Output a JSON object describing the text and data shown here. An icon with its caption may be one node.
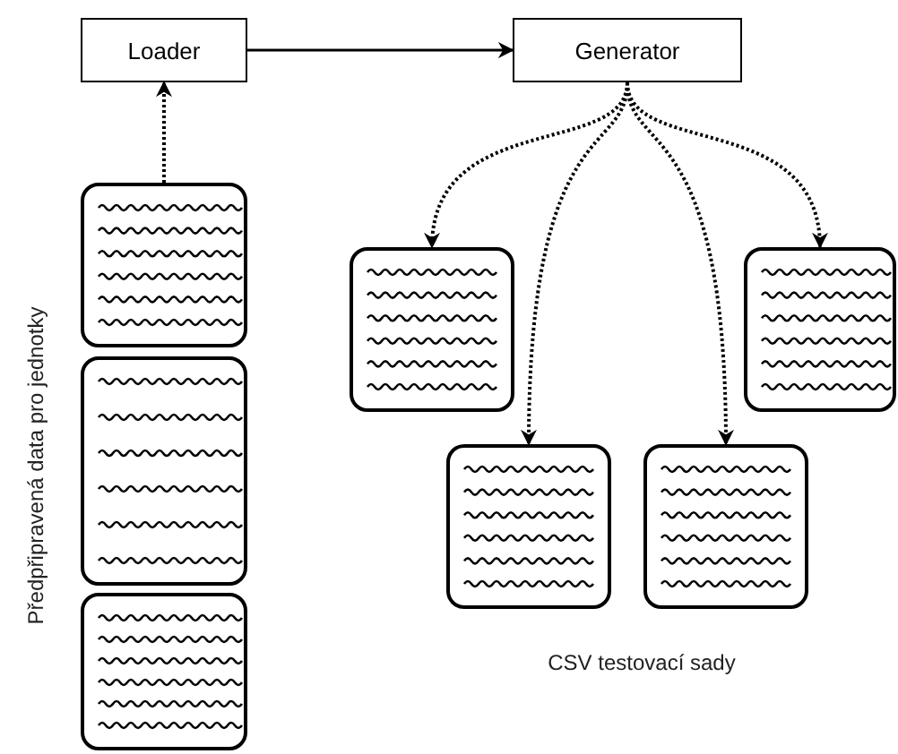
{
  "diagram": {
    "nodes": [
      {
        "text": [
          "Loader"
        ]
      },
      {
        "text": [
          "Generator"
        ]
      },
      {
        "text": [],
        "shape": "document"
      },
      {
        "text": [],
        "shape": "document"
      },
      {
        "text": [],
        "shape": "document"
      },
      {
        "text": [],
        "shape": "document"
      },
      {
        "text": [],
        "shape": "document"
      },
      {
        "text": [],
        "shape": "document"
      },
      {
        "text": [],
        "shape": "document"
      }
    ],
    "edges": [
      {
        "from": 2,
        "to": 0,
        "arrow": "to",
        "style": "dashed"
      },
      {
        "from": 0,
        "to": 1,
        "arrow": "to"
      },
      {
        "from": 1,
        "to": 5,
        "arrow": "to",
        "style": "dashed"
      },
      {
        "from": 1,
        "to": 6,
        "arrow": "to",
        "style": "dashed"
      },
      {
        "from": 1,
        "to": 7,
        "arrow": "to",
        "style": "dashed"
      },
      {
        "from": 1,
        "to": 8,
        "arrow": "to",
        "style": "dashed"
      }
    ],
    "labels": [
      "Předpřipravená data pro jednotky",
      "CSV testovací sady"
    ]
  }
}
